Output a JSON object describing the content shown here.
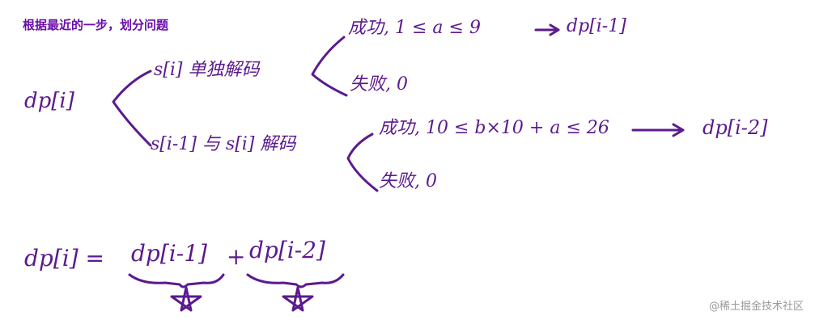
{
  "title": "根据最近的一步，划分问题",
  "root": "dp[i]",
  "branch_single": {
    "label": "s[i] 单独解码",
    "success": "成功, 1 ≤ a ≤ 9",
    "success_result": "dp[i-1]",
    "fail": "失败, 0"
  },
  "branch_pair": {
    "label": "s[i-1] 与 s[i] 解码",
    "success": "成功, 10 ≤ b×10 + a ≤ 26",
    "success_result": "dp[i-2]",
    "fail": "失败, 0"
  },
  "formula": {
    "lhs": "dp[i] =",
    "term1": "dp[i-1]",
    "plus": "+",
    "term2": "dp[i-2]"
  },
  "watermark": "@稀土掘金技术社区",
  "colors": {
    "ink": "#5b1a8e",
    "title": "#6a0dad"
  }
}
